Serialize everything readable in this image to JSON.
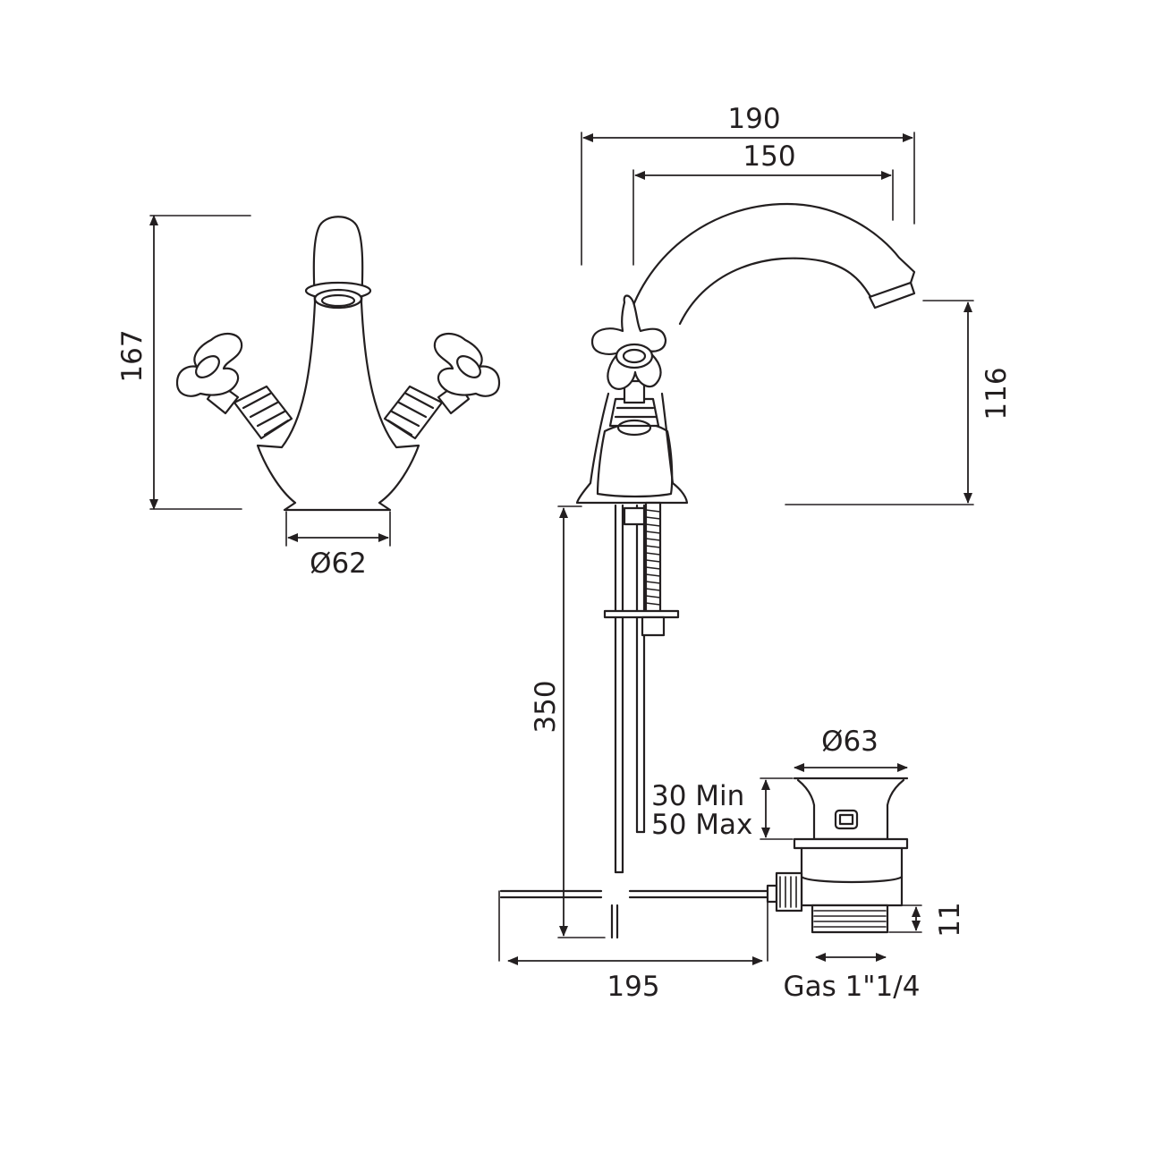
{
  "dimensions": {
    "front_height": "167",
    "base_diameter": "Ø62",
    "overall_reach": "190",
    "spout_reach": "150",
    "spout_height": "116",
    "rod_length": "350",
    "deck_thickness_min": "30 Min",
    "deck_thickness_max": "50 Max",
    "waste_diameter": "Ø63",
    "thread_length": "11",
    "rod_reach": "195",
    "waste_thread": "Gas 1\"1/4"
  },
  "colors": {
    "line": "#231f20",
    "background": "#ffffff"
  }
}
